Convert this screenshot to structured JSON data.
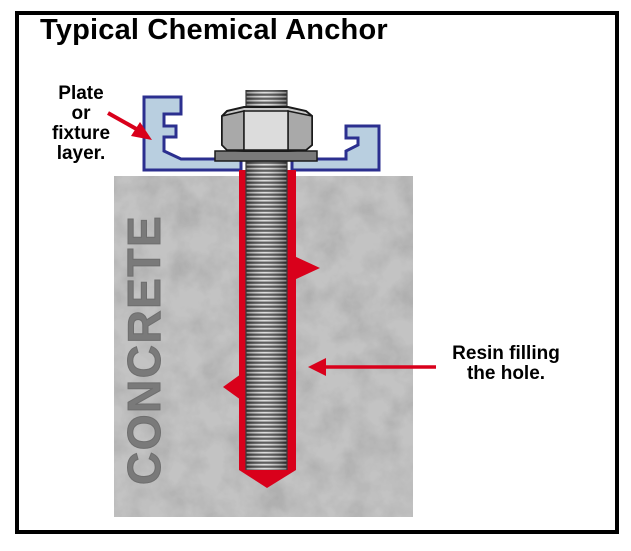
{
  "title": "Typical Chemical Anchor",
  "labels": {
    "plate": [
      "Plate",
      "or",
      "fixture",
      "layer."
    ],
    "resin": [
      "Resin filling",
      "the hole."
    ],
    "concrete": "CONCRETE"
  },
  "colors": {
    "resin": "#d9001b",
    "plate_fill": "#b9cfe0",
    "plate_stroke": "#2b2f8f",
    "concrete": "#c3c3c3",
    "rod": "#5f5f5f",
    "nut": "#c8c8c8",
    "arrow": "#d9001b"
  }
}
